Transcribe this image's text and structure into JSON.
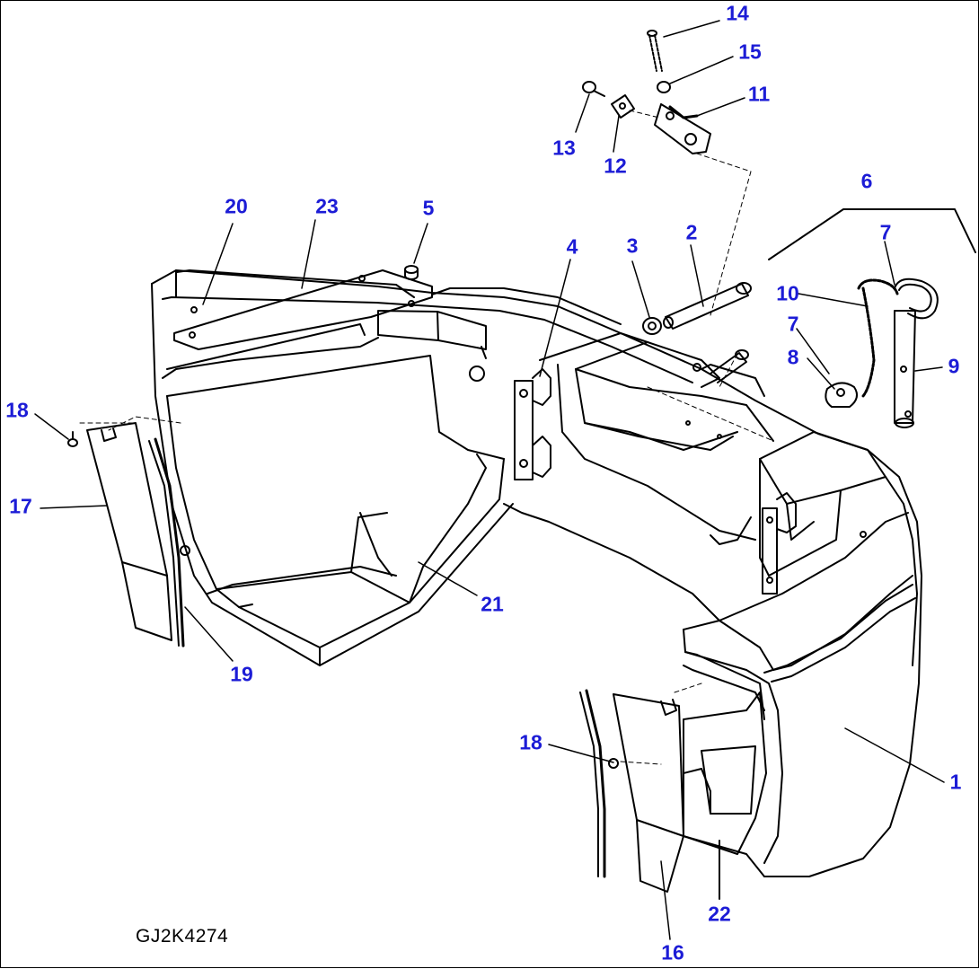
{
  "drawing": {
    "code": "GJ2K4274",
    "callout_color": "#1c1cd6",
    "line_color": "#000000"
  },
  "callouts": {
    "c14": "14",
    "c15": "15",
    "c11": "11",
    "c13": "13",
    "c12": "12",
    "c20": "20",
    "c23": "23",
    "c5": "5",
    "c4": "4",
    "c3": "3",
    "c2": "2",
    "c6": "6",
    "c7a": "7",
    "c10": "10",
    "c7b": "7",
    "c8": "8",
    "c9": "9",
    "c18a": "18",
    "c17": "17",
    "c21": "21",
    "c19": "19",
    "c18b": "18",
    "c1": "1",
    "c22": "22",
    "c16": "16"
  }
}
